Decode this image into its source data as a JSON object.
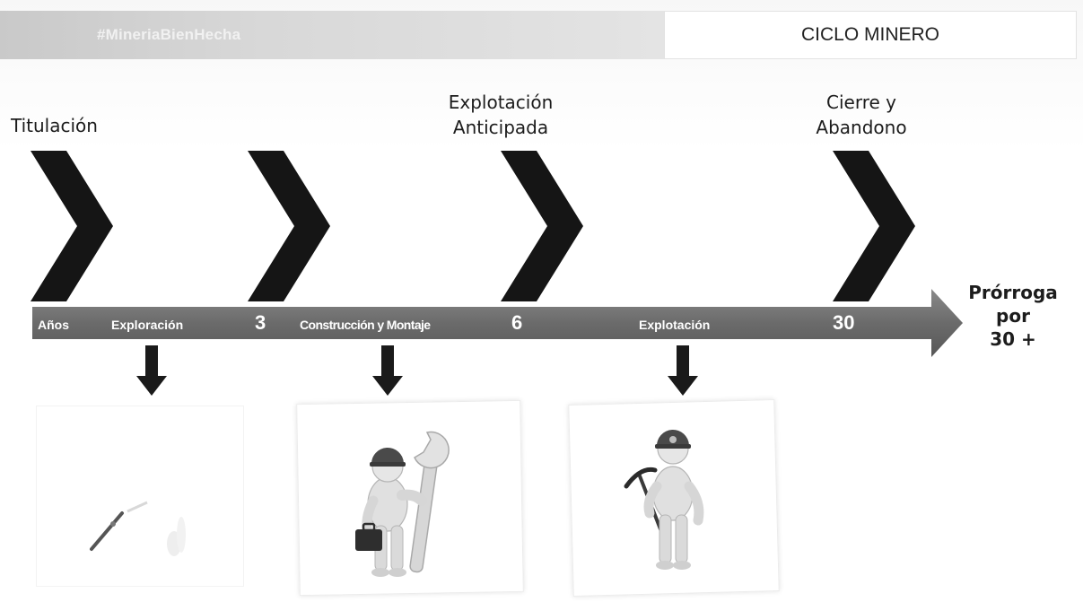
{
  "header": {
    "hashtag": "#MineriaBienHecha",
    "title": "CICLO MINERO"
  },
  "stages": {
    "titulacion": "Titulación",
    "explotacion_anticipada": "Explotación\nAnticipada",
    "cierre": "Cierre y\nAbandono"
  },
  "timeline": {
    "anos": "Años",
    "exploracion": "Exploración",
    "year_3": "3",
    "construccion": "Construcción y Montaje",
    "year_6": "6",
    "explotacion": "Explotación",
    "year_30": "30"
  },
  "prorroga": "Prórroga\npor\n30 +",
  "icons": [
    "chevron-icon",
    "down-arrow-icon",
    "explorer-figure-icon",
    "builder-figure-icon",
    "miner-figure-icon"
  ],
  "colors": {
    "chevron": "#151515",
    "timeline_bar": "#6e6e6e",
    "header_band": "#cfcfcf"
  }
}
